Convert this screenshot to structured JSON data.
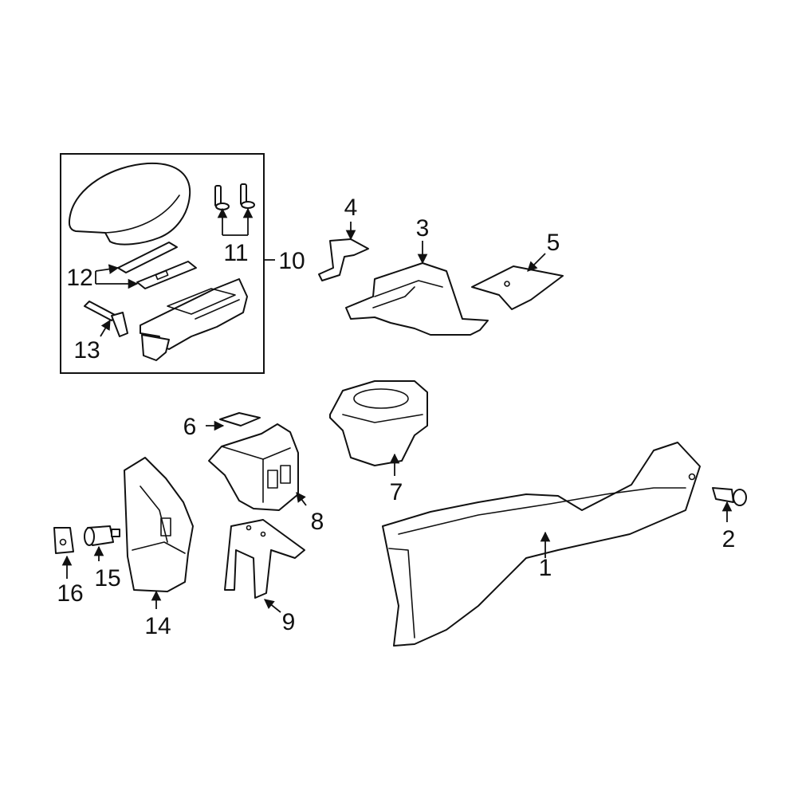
{
  "diagram": {
    "colors": {
      "line": "#111111",
      "background": "#ffffff"
    },
    "callouts": [
      {
        "id": "1",
        "label": "1"
      },
      {
        "id": "2",
        "label": "2"
      },
      {
        "id": "3",
        "label": "3"
      },
      {
        "id": "4",
        "label": "4"
      },
      {
        "id": "5",
        "label": "5"
      },
      {
        "id": "6",
        "label": "6"
      },
      {
        "id": "7",
        "label": "7"
      },
      {
        "id": "8",
        "label": "8"
      },
      {
        "id": "9",
        "label": "9"
      },
      {
        "id": "10",
        "label": "10"
      },
      {
        "id": "11",
        "label": "11"
      },
      {
        "id": "12",
        "label": "12"
      },
      {
        "id": "13",
        "label": "13"
      },
      {
        "id": "14",
        "label": "14"
      },
      {
        "id": "15",
        "label": "15"
      },
      {
        "id": "16",
        "label": "16"
      }
    ]
  }
}
